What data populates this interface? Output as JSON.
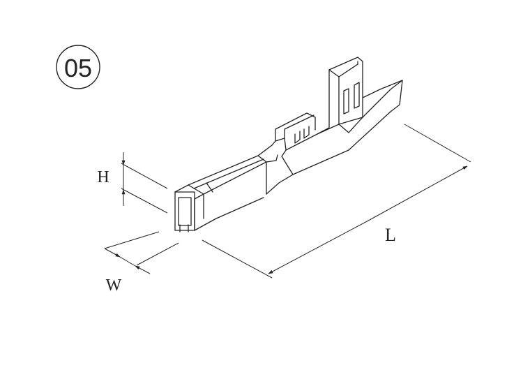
{
  "figure_number": "05",
  "dimensions": {
    "height_label": "H",
    "width_label": "W",
    "length_label": "L"
  },
  "colors": {
    "line": "#222222",
    "background": "#ffffff"
  }
}
